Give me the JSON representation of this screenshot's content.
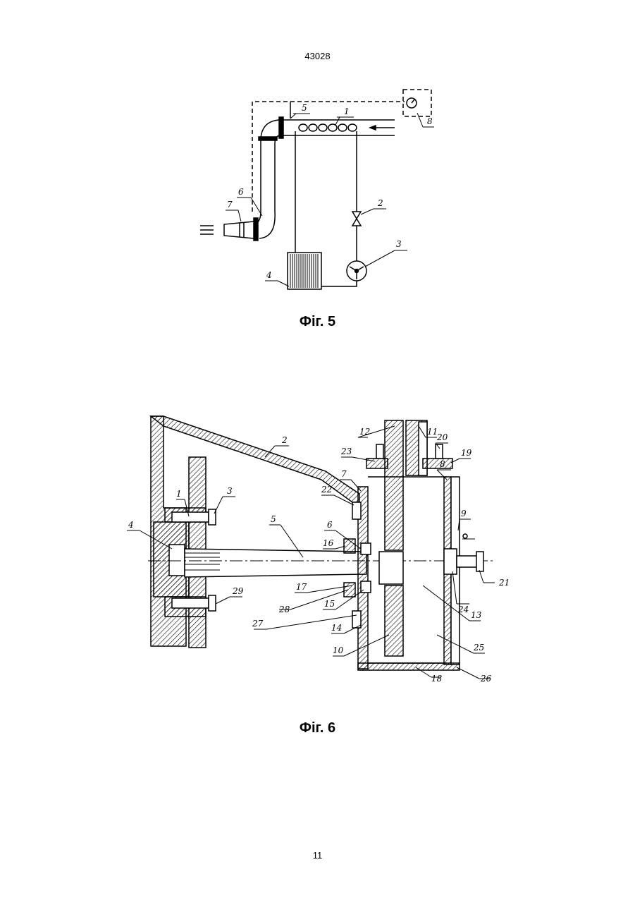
{
  "page": {
    "number_top": "43028",
    "number_bottom": "11"
  },
  "figures": [
    {
      "id": "fig5",
      "caption": "Фіг. 5",
      "labels": [
        "1",
        "2",
        "3",
        "4",
        "5",
        "6",
        "7",
        "8"
      ]
    },
    {
      "id": "fig6",
      "caption": "Фіг. 6",
      "labels": [
        "1",
        "2",
        "3",
        "4",
        "5",
        "6",
        "7",
        "8",
        "9",
        "10",
        "11",
        "12",
        "13",
        "14",
        "15",
        "16",
        "17",
        "18",
        "19",
        "20",
        "21",
        "22",
        "23",
        "24",
        "25",
        "26",
        "27",
        "28",
        "29"
      ]
    }
  ]
}
